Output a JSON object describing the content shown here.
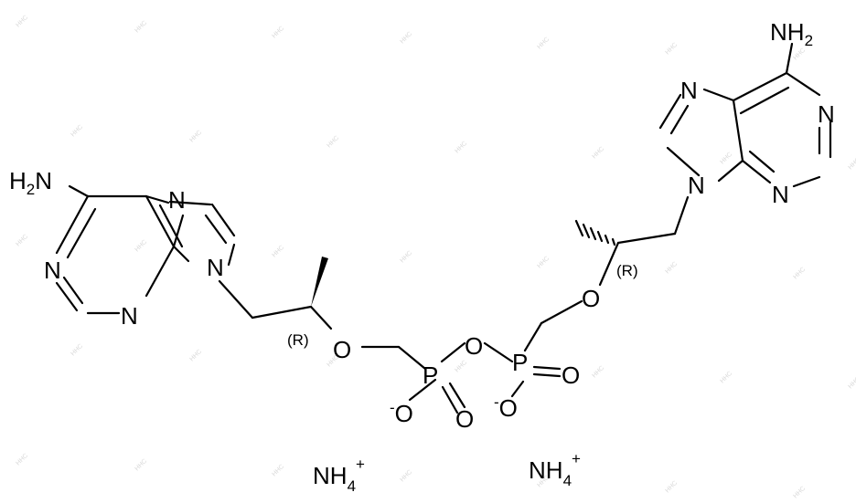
{
  "labels": {
    "nh2_left": "H",
    "nh2_left_sub": "2",
    "nh2_left_n": "N",
    "nh2_right_n": "NH",
    "nh2_right_sub": "2",
    "n": "N",
    "o": "O",
    "p": "P",
    "o_minus_charge": "-",
    "stereo": "(R)"
  },
  "counterions": [
    {
      "base": "NH",
      "sub": "4",
      "charge": "+"
    },
    {
      "base": "NH",
      "sub": "4",
      "charge": "+"
    }
  ],
  "watermark": "HHC"
}
